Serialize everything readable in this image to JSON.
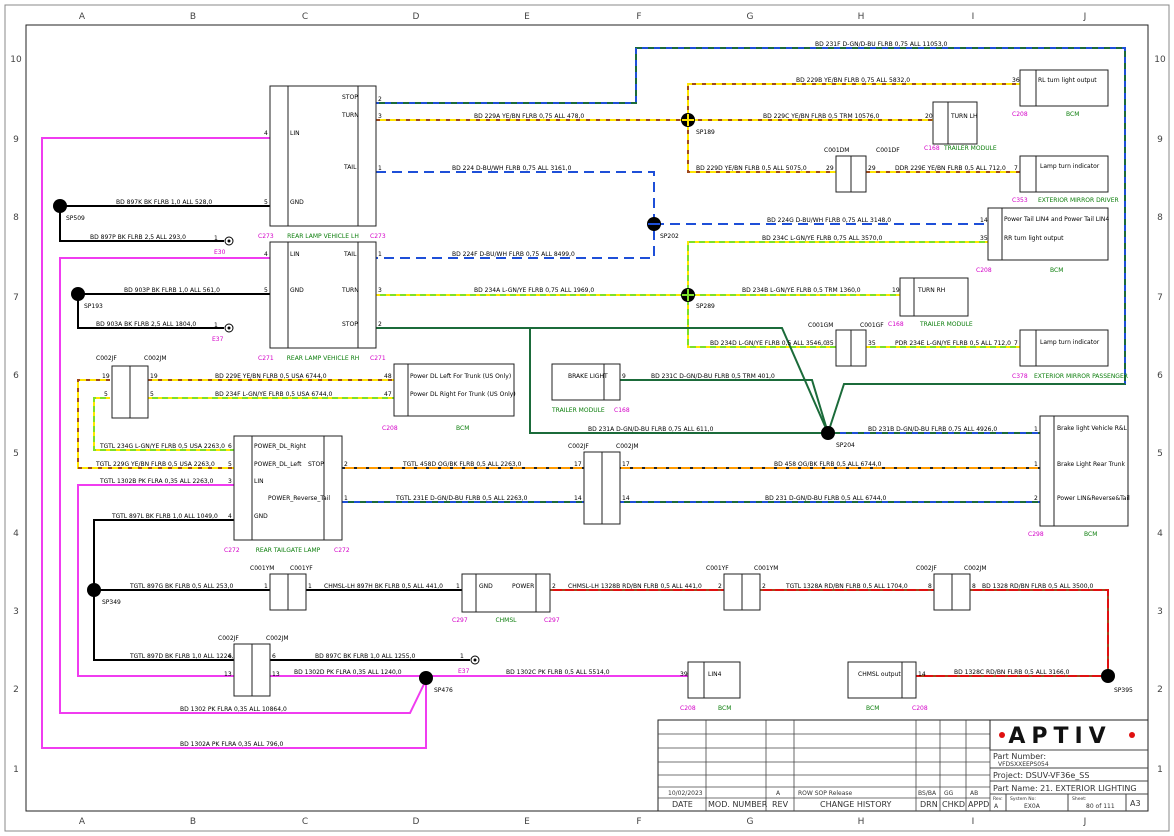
{
  "grid": {
    "cols": [
      "A",
      "B",
      "C",
      "D",
      "E",
      "F",
      "G",
      "H",
      "I",
      "J"
    ],
    "rows": [
      "10",
      "9",
      "8",
      "7",
      "6",
      "5",
      "4",
      "3",
      "2",
      "1"
    ]
  },
  "components": {
    "rear_lamp_lh": {
      "name": "REAR LAMP VEHICLE LH",
      "conn_a": "C273",
      "conn_b": "C273",
      "pins": {
        "stop": "STOP",
        "turn": "TURN",
        "tail": "TAIL",
        "lin": "LIN",
        "gnd": "GND"
      }
    },
    "rear_lamp_rh": {
      "name": "REAR LAMP VEHICLE RH",
      "conn_a": "C271",
      "conn_b": "C271",
      "pins": {
        "lin": "LIN",
        "gnd": "GND",
        "tail": "TAIL",
        "turn": "TURN",
        "stop": "STOP"
      }
    },
    "rear_tailgate": {
      "name": "REAR TAILGATE LAMP",
      "conn_a": "C272",
      "conn_b": "C272",
      "pins": {
        "pdl_right": "POWER_DL_Right",
        "pdl_left": "POWER_DL_Left",
        "stop": "STOP",
        "lin": "LIN",
        "reverse": "POWER_Reverse_Tail",
        "gnd": "GND"
      }
    },
    "chmsl": {
      "name": "CHMSL",
      "conn_a": "C297",
      "conn_b": "C297",
      "pins": {
        "gnd": "GND",
        "power": "POWER"
      }
    },
    "bcm_rl_turn": {
      "label": "RL turn light output",
      "conn": "C208",
      "module": "BCM"
    },
    "trailer_turn_lh": {
      "label": "TURN LH",
      "conn": "C168",
      "module": "TRAILER MODULE"
    },
    "mirror_driver": {
      "label": "Lamp turn indicator",
      "conn": "C353",
      "module": "EXTERIOR MIRROR DRIVER"
    },
    "bcm_power_tail": {
      "label1": "Power Tail LIN4 and Power Tail LIN4",
      "label2": "RR turn light output",
      "conn": "C208",
      "module": "BCM"
    },
    "trailer_turn_rh": {
      "label": "TURN RH",
      "conn": "C168",
      "module": "TRAILER MODULE"
    },
    "mirror_passenger": {
      "label": "Lamp turn indicator",
      "conn": "C378",
      "module": "EXTERIOR MIRROR PASSENGER"
    },
    "trailer_brake": {
      "label": "BRAKE LIGHT",
      "conn": "C168",
      "module": "TRAILER MODULE"
    },
    "bcm_dl": {
      "label1": "Power DL Left For Trunk (US Only)",
      "label2": "Power DL Right For Trunk (US Only)",
      "conn": "C208",
      "module": "BCM"
    },
    "bcm_brake": {
      "label1": "Brake light Vehicle R&L",
      "label2": "Brake Light Rear Trunk",
      "label3": "Power LIN&Reverse&Tail",
      "conn": "C298",
      "module": "BCM"
    },
    "bcm_lin4": {
      "label": "LIN4",
      "conn": "C208",
      "module": "BCM"
    },
    "bcm_chmsl_out": {
      "label": "CHMSL output",
      "conn": "C208",
      "module": "BCM"
    }
  },
  "inline_connectors": {
    "c001dm": "C001DM",
    "c001df": "C001DF",
    "c001gm": "C001GM",
    "c001gf": "C001GF",
    "c002jf": "C002JF",
    "c002jm": "C002JM",
    "c001ym": "C001YM",
    "c001yf": "C001YF"
  },
  "splices": [
    "SP509",
    "SP193",
    "SP349",
    "SP189",
    "SP202",
    "SP289",
    "SP204",
    "SP476",
    "SP395"
  ],
  "grounds": [
    "E30",
    "E37",
    "E37"
  ],
  "wires": {
    "w231f": "BD 231F D-GN/D-BU FLRB 0,75 ALL 11053,0",
    "w229b": "BD 229B YE/BN FLRB 0,75 ALL 5832,0",
    "w229a": "BD 229A YE/BN FLRB 0,75 ALL 478,0",
    "w229c": "BD 229C YE/BN FLRB 0,5 TRM 10576,0",
    "w224": "BD 224 D-BU/WH FLRB 0,75 ALL 3161,0",
    "w229d": "BD 229D YE/BN FLRB 0,5 ALL 5075,0",
    "w229e": "DDR 229E YE/BN FLRB 0,5 ALL 712,0",
    "w897k": "BD 897K BK FLRB 1,0 ALL 528,0",
    "w224g": "BD 224G D-BU/WH FLRB 0,75 ALL 3148,0",
    "w897p": "BD 897P BK FLRB 2,5 ALL 293,0",
    "w234c": "BD 234C L-GN/YE FLRB 0,75 ALL 3570,0",
    "w224f": "BD 224F D-BU/WH FLRB 0,75 ALL 8499,0",
    "w903p": "BD 903P BK FLRB 1,0 ALL 561,0",
    "w234a": "BD 234A L-GN/YE FLRB 0,75 ALL 1969,0",
    "w234b": "BD 234B L-GN/YE FLRB 0,5 TRM 1360,0",
    "w903a": "BD 903A BK FLRB 2,5 ALL 1804,0",
    "w234d": "BD 234D L-GN/YE FLRB 0,5 ALL 3546,0",
    "w234e": "PDR 234E L-GN/YE FLRB 0,5 ALL 712,0",
    "w229e2": "BD 229E YE/BN FLRB 0,5 USA 6744,0",
    "w231c": "BD 231C D-GN/D-BU FLRB 0,5 TRM 401,0",
    "w234f": "BD 234F L-GN/YE FLRB 0,5 USA 6744,0",
    "w231a": "BD 231A D-GN/D-BU FLRB 0,75 ALL 611,0",
    "w231b": "BD 231B D-GN/D-BU FLRB 0,75 ALL 4926,0",
    "w234g": "TGTL 234G L-GN/YE FLRB 0,5 USA 2263,0",
    "w229g": "TGTL 229G YE/BN FLRB 0,5 USA 2263,0",
    "w458d": "TGTL 458D OG/BK FLRB 0,5 ALL 2263,0",
    "w458": "BD 458 OG/BK FLRB 0,5 ALL 6744,0",
    "w1302b": "TGTL 1302B PK FLRA 0,35 ALL 2263,0",
    "w231e": "TGTL 231E D-GN/D-BU FLRB 0,5 ALL 2263,0",
    "w231": "BD 231 D-GN/D-BU FLRB 0,5 ALL 6744,0",
    "w897l": "TGTL 897L BK FLRB 1,0 ALL 1049,0",
    "w897g": "TGTL 897G BK FLRB 0,5 ALL 253,0",
    "w897h": "CHMSL-LH 897H BK FLRB 0,5 ALL 441,0",
    "w1328b": "CHMSL-LH 1328B RD/BN FLRB 0,5 ALL 441,0",
    "w1328a": "TGTL 1328A RD/BN FLRB 0,5 ALL 1704,0",
    "w1328": "BD 1328 RD/BN FLRB 0,5 ALL 3500,0",
    "w897d": "TGTL 897D BK FLRB 1,0 ALL 1224,0",
    "w897c": "BD 897C BK FLRB 1,0 ALL 1255,0",
    "w1302d": "BD 1302D PK FLRA 0,35 ALL 1240,0",
    "w1302c": "BD 1302C PK FLRB 0,5 ALL 5514,0",
    "w1328c": "BD 1328C RD/BN FLRB 0,5 ALL 3166,0",
    "w1302": "BD 1302 PK FLRA 0,35 ALL 10864,0",
    "w1302a": "BD 1302A PK FLRA 0,35 ALL 796,0"
  },
  "colors": {
    "pink": "#f03cf0",
    "blue": "#1e4fd8",
    "green_dkblue": "#1b6b3a",
    "yellow": "#ffe600",
    "brown": "#a04a1a",
    "lgreen": "#7de02a",
    "orange": "#ff9a00",
    "red": "#e01010",
    "black": "#000000"
  },
  "title_block": {
    "logo": "APTIV",
    "date": "10/02/2023",
    "rev": "A",
    "history": "ROW SOP Release",
    "drn": "BS/BA",
    "chkd": "GG",
    "appd": "AB",
    "h_date": "DATE",
    "h_mod": "MOD. NUMBER",
    "h_rev": "REV",
    "h_change": "CHANGE HISTORY",
    "h_drn": "DRN",
    "h_chkd": "CHKD",
    "h_appd": "APPD",
    "part_number_label": "Part Number:",
    "part_number": "VFDSXXEEPS054",
    "project": "Project: DSUV-VF36e_SS",
    "part_name": "Part Name: 21. EXTERIOR LIGHTING",
    "rev_label": "Rev:",
    "rev_value": "A",
    "system_no_label": "System No:",
    "system_no": "EX0A",
    "sheet_label": "Sheet:",
    "sheet": "80 of 111",
    "size": "A3"
  }
}
